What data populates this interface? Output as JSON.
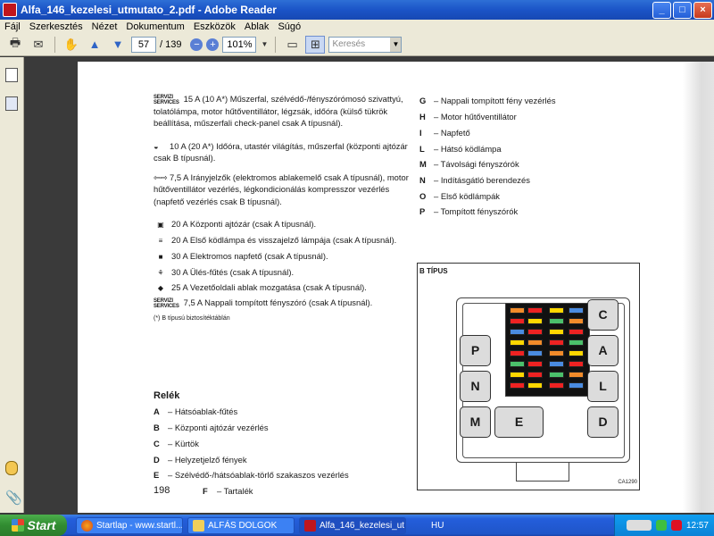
{
  "window": {
    "title": "Alfa_146_kezelesi_utmutato_2.pdf - Adobe Reader",
    "min": "_",
    "max": "□",
    "close": "×"
  },
  "menu": [
    "Fájl",
    "Szerkesztés",
    "Nézet",
    "Dokumentum",
    "Eszközök",
    "Ablak",
    "Súgó"
  ],
  "toolbar": {
    "page_current": "57",
    "page_total": "/ 139",
    "zoom": "101%",
    "search_placeholder": "Keresés"
  },
  "page": {
    "services_label": "SERVIZI\nSERVICES",
    "intro": "15 A (10 A*) Műszerfal, szélvédő-/fényszórómosó szivattyú, tolatólámpa, motor hűtőventillátor, légzsák, időóra (külső tükrök beállítása, műszerfali check-panel csak A típusnál).",
    "lamp_line": "10 A (20 A*) Időóra, utastér világítás, műszerfal (központi ajtózár csak B típusnál).",
    "arrows_line": "7,5 A Irányjelzők (elektromos ablakemelő csak A típusnál), motor hűtőventillátor vezérlés, légkondicionálás kompresszor vezérlés (napfető vezérlés csak B típusnál).",
    "fuses": [
      {
        "icon": "▣",
        "text": "20 A Központi ajtózár (csak A típusnál)."
      },
      {
        "icon": "≡",
        "text": "20 A Első ködlámpa és visszajelző lámpája (csak A típusnál)."
      },
      {
        "icon": "■",
        "text": "30 A Elektromos napfető (csak A típusnál)."
      },
      {
        "icon": "⚘",
        "text": "30 A Ülés-fűtés (csak A típusnál)."
      },
      {
        "icon": "◆",
        "text": "25 A Vezetőoldali ablak mozgatása (csak A típusnál)."
      }
    ],
    "services_line": "7,5 A Nappali tompított fényszóró (csak A típusnál).",
    "footnote": "(*) B típusú biztosítéktáblán",
    "relay_heading": "Relék",
    "relays_left": [
      {
        "k": "A",
        "v": "– Hátsóablak-fűtés"
      },
      {
        "k": "B",
        "v": "– Központi ajtózár vezérlés"
      },
      {
        "k": "C",
        "v": "– Kürtök"
      },
      {
        "k": "D",
        "v": "– Helyzetjelző fények"
      },
      {
        "k": "E",
        "v": "– Szélvédő-/hátsóablak-törlő szakaszos vezérlés"
      },
      {
        "k": "F",
        "v": "– Tartalék"
      }
    ],
    "relays_right": [
      {
        "k": "G",
        "v": "– Nappali tompított fény vezérlés"
      },
      {
        "k": "H",
        "v": "– Motor hűtőventillátor"
      },
      {
        "k": "I",
        "v": "– Napfető"
      },
      {
        "k": "L",
        "v": "– Hátsó ködlámpa"
      },
      {
        "k": "M",
        "v": "– Távolsági fényszórók"
      },
      {
        "k": "N",
        "v": "– Indításgátló berendezés"
      },
      {
        "k": "O",
        "v": "– Első ködlámpák"
      },
      {
        "k": "P",
        "v": "– Tompított fényszórók"
      }
    ],
    "page_number": "198",
    "diagram": {
      "label": "B TÍPUS",
      "caption": "CA1290",
      "relays": [
        "P",
        "N",
        "M",
        "E",
        "C",
        "A",
        "L",
        "D"
      ]
    }
  },
  "taskbar": {
    "start": "Start",
    "tasks": [
      "Startlap - www.startl...",
      "ALFÁS DOLGOK",
      "Alfa_146_kezelesi_ut..."
    ],
    "lang": "HU",
    "clock": "12:57"
  }
}
